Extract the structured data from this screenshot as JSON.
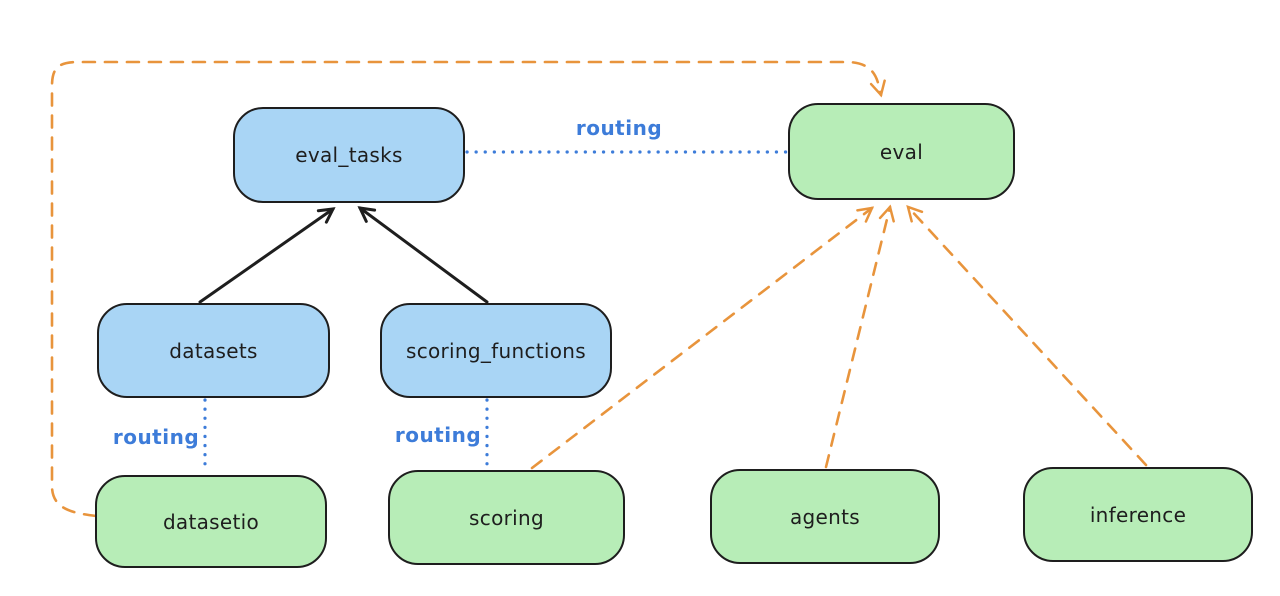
{
  "colors": {
    "background": "#ffffff",
    "node_border": "#1e1e1e",
    "blue_node_fill": "#a9d5f5",
    "green_node_fill": "#b7edb7",
    "routing_label_blue": "#3d7cd9",
    "dashed_arrow_orange": "#e8943c",
    "solid_arrow_black": "#1e1e1e"
  },
  "nodes": {
    "eval_tasks": {
      "label": "eval_tasks",
      "variant": "blue"
    },
    "eval": {
      "label": "eval",
      "variant": "green"
    },
    "datasets": {
      "label": "datasets",
      "variant": "blue"
    },
    "scoring_functions": {
      "label": "scoring_functions",
      "variant": "blue"
    },
    "datasetio": {
      "label": "datasetio",
      "variant": "green"
    },
    "scoring": {
      "label": "scoring",
      "variant": "green"
    },
    "agents": {
      "label": "agents",
      "variant": "green"
    },
    "inference": {
      "label": "inference",
      "variant": "green"
    }
  },
  "edge_labels": {
    "eval_tasks_to_eval": "routing",
    "datasets_to_datasetio": "routing",
    "scoring_functions_to_scoring": "routing"
  }
}
